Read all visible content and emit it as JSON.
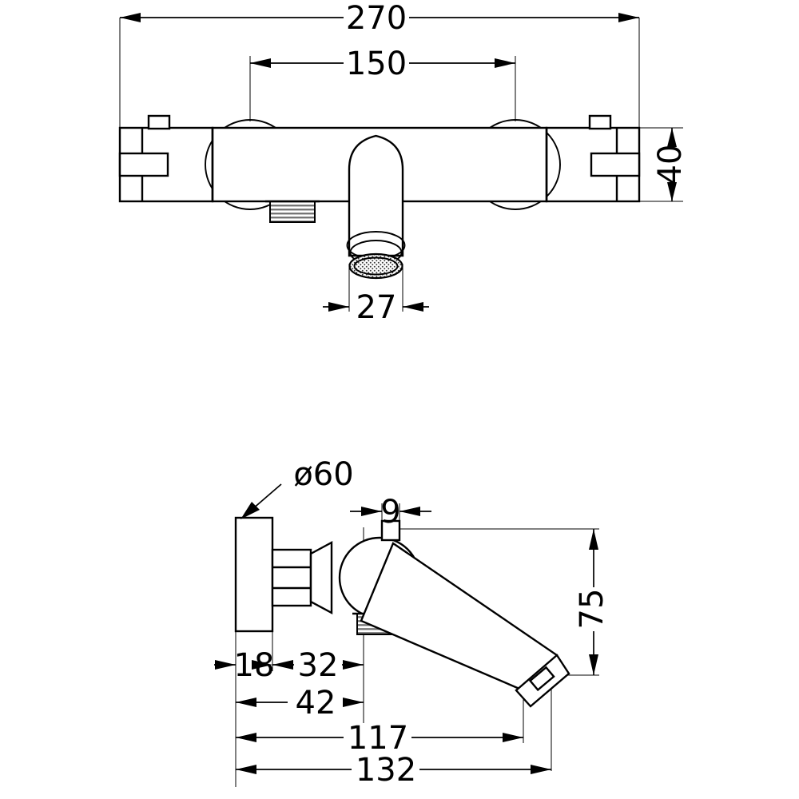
{
  "document": {
    "type": "technical-dimension-drawing",
    "subject": "Wall-mounted thermostatic bath/shower mixer tap",
    "units": "mm",
    "line_color": "#000000",
    "background_color": "#ffffff"
  },
  "views": [
    {
      "name": "front-elevation",
      "description": "Front view of thermostatic bar mixer with two handles, central spout and bottom hose outlet"
    },
    {
      "name": "side-elevation",
      "description": "Side view showing wall plate, valve body and downward-angled spout"
    }
  ],
  "dimensions": {
    "front": {
      "overall_width": "270",
      "handle_centres": "150",
      "body_height": "40",
      "spout_diameter": "27"
    },
    "side": {
      "wall_plate_diameter": "ø60",
      "stem_width": "9",
      "wall_plate_depth": "18",
      "union_depth": "32",
      "body_offset": "42",
      "spout_reach": "117",
      "overall_depth": "132",
      "spout_drop": "75"
    }
  },
  "labels": [
    {
      "id": "dim-270",
      "text": "270",
      "view": "front",
      "orientation": "horizontal"
    },
    {
      "id": "dim-150",
      "text": "150",
      "view": "front",
      "orientation": "horizontal"
    },
    {
      "id": "dim-40",
      "text": "40",
      "view": "front",
      "orientation": "vertical"
    },
    {
      "id": "dim-27",
      "text": "27",
      "view": "front",
      "orientation": "horizontal"
    },
    {
      "id": "dim-d60",
      "text": "ø60",
      "view": "side",
      "orientation": "horizontal"
    },
    {
      "id": "dim-9",
      "text": "9",
      "view": "side",
      "orientation": "horizontal"
    },
    {
      "id": "dim-18",
      "text": "18",
      "view": "side",
      "orientation": "horizontal"
    },
    {
      "id": "dim-32",
      "text": "32",
      "view": "side",
      "orientation": "horizontal"
    },
    {
      "id": "dim-42",
      "text": "42",
      "view": "side",
      "orientation": "horizontal"
    },
    {
      "id": "dim-117",
      "text": "117",
      "view": "side",
      "orientation": "horizontal"
    },
    {
      "id": "dim-132",
      "text": "132",
      "view": "side",
      "orientation": "horizontal"
    },
    {
      "id": "dim-75",
      "text": "75",
      "view": "side",
      "orientation": "vertical"
    }
  ]
}
